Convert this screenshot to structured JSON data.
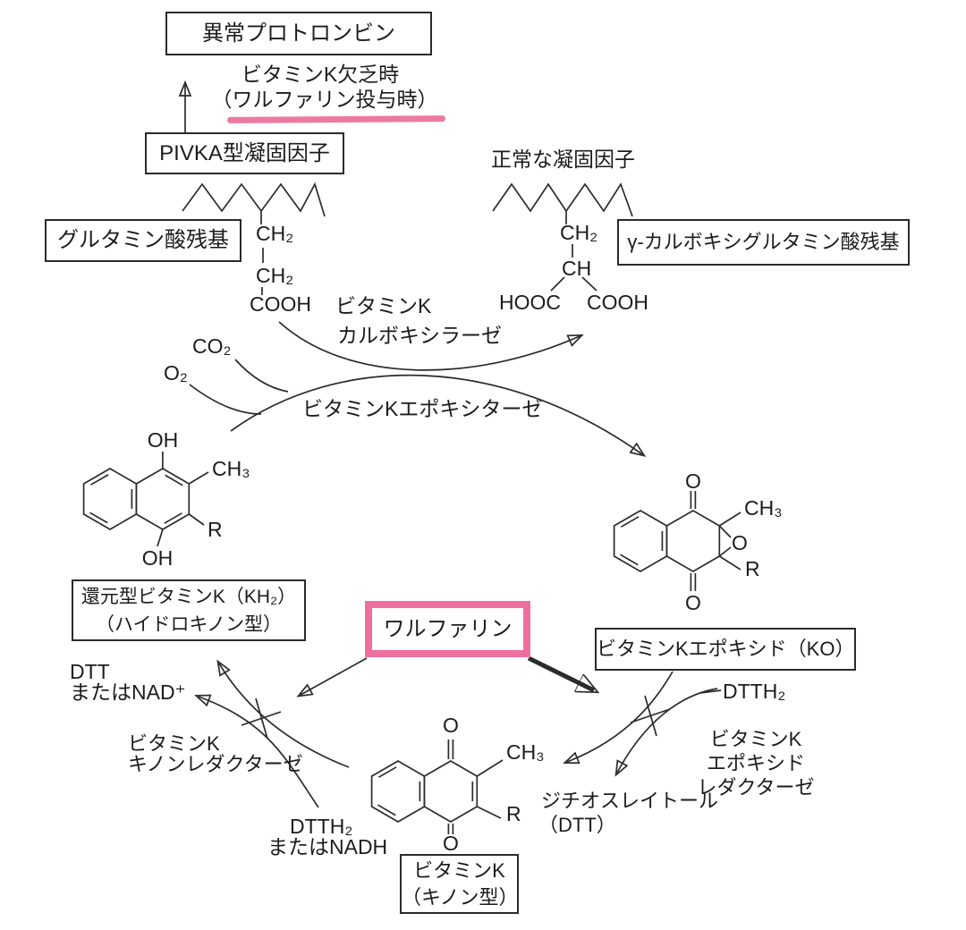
{
  "colors": {
    "pink": "#ee6f9d",
    "ink": "#1c1c1c"
  },
  "top": {
    "abnormal_prothrombin": "異常プロトロンビン",
    "deficiency_line1": "ビタミンK欠乏時",
    "deficiency_line2": "（ワルファリン投与時）",
    "pivka": "PIVKA型凝固因子",
    "normal_factor": "正常な凝固因子",
    "glutamate": "グルタミン酸残基",
    "gamma_carboxyglutamate": "γ-カルボキシグルタミン酸残基"
  },
  "chains": {
    "left": {
      "c1": "CH₂",
      "c2": "CH₂",
      "c3": "COOH"
    },
    "right": {
      "c1": "CH₂",
      "c2": "CH",
      "c3": "HOOC",
      "c4": "COOH"
    }
  },
  "enzymes": {
    "carboxylase_1": "ビタミンK",
    "carboxylase_2": "カルボキシラーゼ",
    "epoxidase": "ビタミンKエポキシターゼ",
    "quinone_reductase_1": "ビタミンK",
    "quinone_reductase_2": "キノンレダクターゼ",
    "epoxide_reductase_1": "ビタミンK",
    "epoxide_reductase_2": "エポキシド",
    "epoxide_reductase_3": "レダクターゼ"
  },
  "cofactors": {
    "co2": "CO₂",
    "o2": "O₂",
    "dtt_line1": "DTT",
    "dtt_line2": "またはNAD⁺",
    "dtth2_line1": "DTTH₂",
    "dtth2_line2": "またはNADH",
    "dtth2_right": "DTTH₂",
    "dithiothreitol_line1": "ジチオスレイトール",
    "dithiothreitol_line2": "（DTT）"
  },
  "molecules": {
    "kh2_box_1": "還元型ビタミンK（KH₂）",
    "kh2_box_2": "（ハイドロキノン型）",
    "warfarin": "ワルファリン",
    "ko_box": "ビタミンKエポキシド（KO）",
    "quinone_box_1": "ビタミンK",
    "quinone_box_2": "（キノン型）",
    "labels": {
      "oh": "OH",
      "o": "O",
      "ch3": "CH₃",
      "r": "R"
    }
  }
}
